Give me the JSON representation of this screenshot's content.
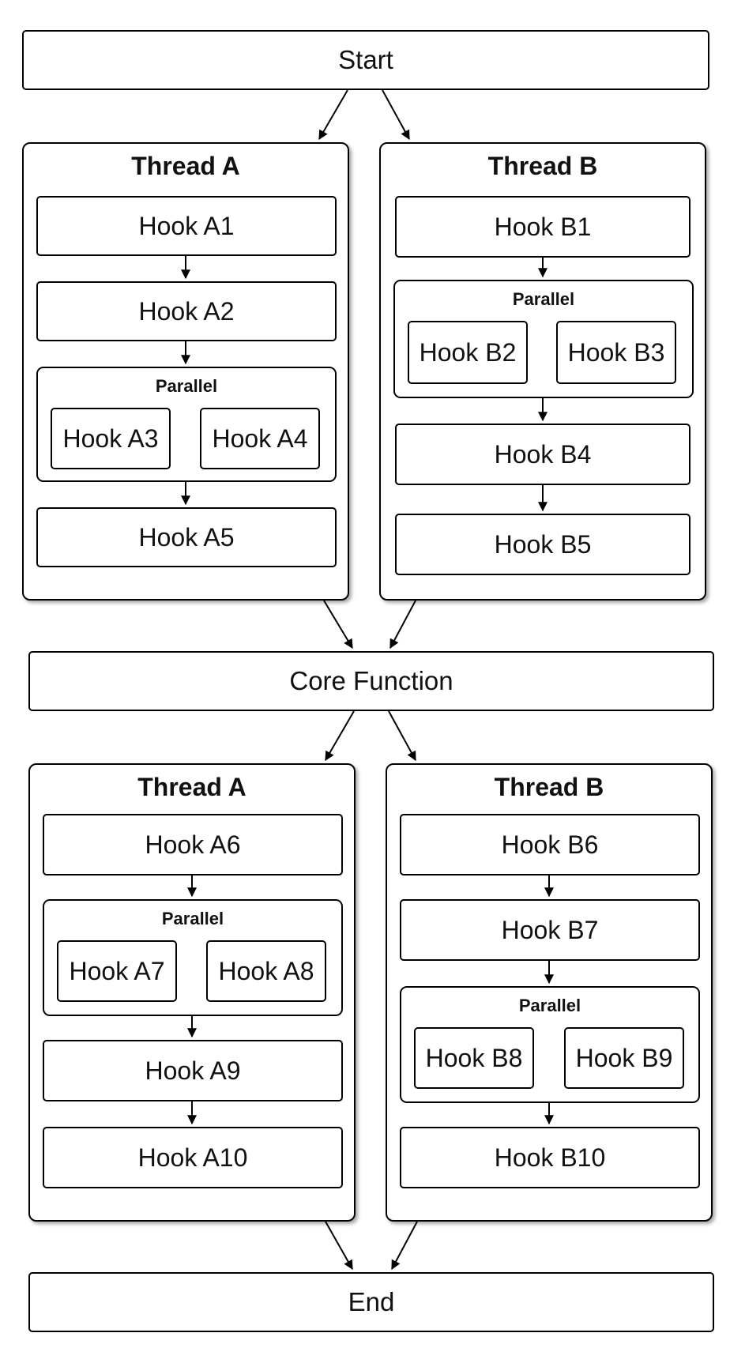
{
  "start": "Start",
  "core": "Core Function",
  "end": "End",
  "stage1": {
    "thread_a": {
      "title": "Thread A",
      "hook1": "Hook A1",
      "hook2": "Hook A2",
      "parallel": {
        "title": "Parallel",
        "left": "Hook A3",
        "right": "Hook A4"
      },
      "hook5": "Hook A5"
    },
    "thread_b": {
      "title": "Thread B",
      "hook1": "Hook B1",
      "parallel": {
        "title": "Parallel",
        "left": "Hook B2",
        "right": "Hook B3"
      },
      "hook4": "Hook B4",
      "hook5": "Hook B5"
    }
  },
  "stage2": {
    "thread_a": {
      "title": "Thread A",
      "hook6": "Hook A6",
      "parallel": {
        "title": "Parallel",
        "left": "Hook A7",
        "right": "Hook A8"
      },
      "hook9": "Hook A9",
      "hook10": "Hook A10"
    },
    "thread_b": {
      "title": "Thread B",
      "hook6": "Hook B6",
      "hook7": "Hook B7",
      "parallel": {
        "title": "Parallel",
        "left": "Hook B8",
        "right": "Hook B9"
      },
      "hook10": "Hook B10"
    }
  },
  "colors": {
    "stroke": "#000000",
    "fill": "#ffffff"
  }
}
